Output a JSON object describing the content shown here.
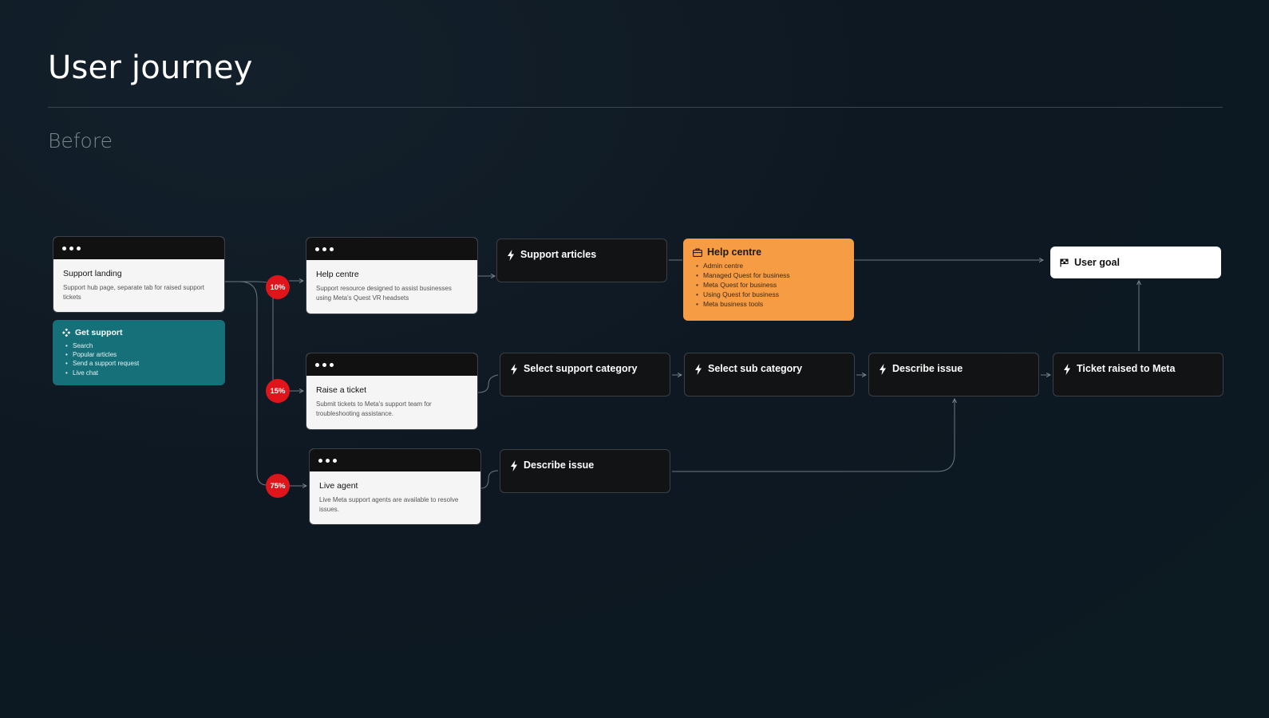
{
  "page": {
    "title": "User journey",
    "section": "Before"
  },
  "entry": {
    "screen": {
      "title": "Support landing",
      "description": "Support hub page, separate tab for raised support tickets"
    },
    "get_support": {
      "title": "Get support",
      "items": [
        "Search",
        "Popular articles",
        "Send a support request",
        "Live chat"
      ]
    }
  },
  "branches": [
    {
      "percent": "10%",
      "screen_title": "Help centre",
      "screen_description": "Support resource designed to assist businesses using Meta's Quest VR headsets"
    },
    {
      "percent": "15%",
      "screen_title": "Raise a ticket",
      "screen_description": "Submit tickets to Meta's support team for troubleshooting assistance."
    },
    {
      "percent": "75%",
      "screen_title": "Live agent",
      "screen_description": "Live Meta support agents are available to resolve issues."
    }
  ],
  "actions": {
    "support_articles": "Support articles",
    "select_support_category": "Select support category",
    "select_sub_category": "Select sub category",
    "describe_issue_ticket": "Describe issue",
    "ticket_raised": "Ticket raised to Meta",
    "describe_issue_live": "Describe issue"
  },
  "help_centre_card": {
    "title": "Help centre",
    "items": [
      "Admin centre",
      "Managed Quest for business",
      "Meta Quest for business",
      "Using Quest for business",
      "Meta business tools"
    ],
    "color": "#f59c45"
  },
  "goal": {
    "label": "User goal"
  },
  "colors": {
    "percent_badge": "#e0141b",
    "get_support": "#16707a",
    "background": "#0e1822"
  },
  "icons": {
    "action": "bolt-icon",
    "goal": "flag-icon",
    "help_centre": "briefcase-icon",
    "get_support": "support-icon"
  }
}
